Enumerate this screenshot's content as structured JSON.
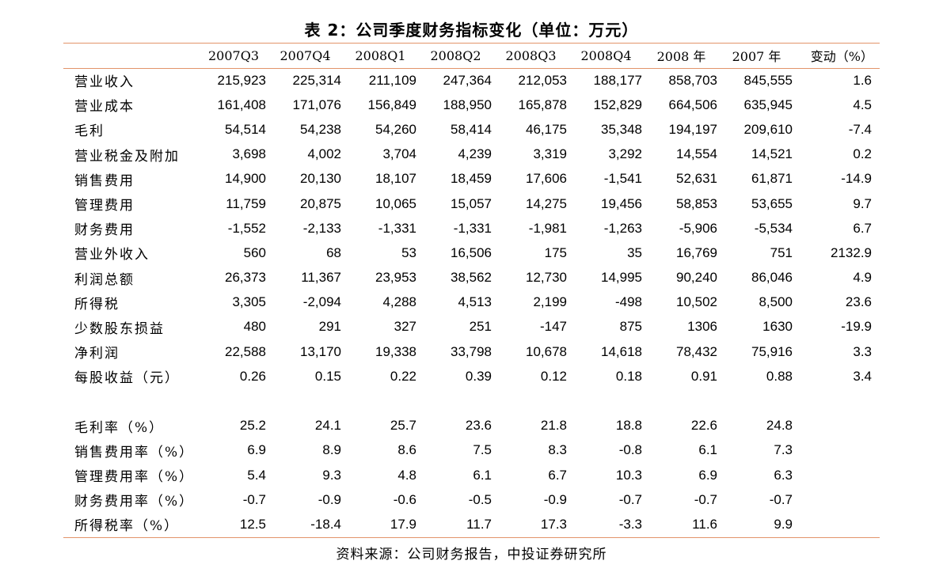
{
  "title": "表 2：公司季度财务指标变化（单位：万元）",
  "columns": [
    "",
    "2007Q3",
    "2007Q4",
    "2008Q1",
    "2008Q2",
    "2008Q3",
    "2008Q4",
    "2008 年",
    "2007 年",
    "变动（%）"
  ],
  "rows": [
    {
      "label": "营业收入",
      "values": [
        "215,923",
        "225,314",
        "211,109",
        "247,364",
        "212,053",
        "188,177",
        "858,703",
        "845,555",
        "1.6"
      ]
    },
    {
      "label": "营业成本",
      "values": [
        "161,408",
        "171,076",
        "156,849",
        "188,950",
        "165,878",
        "152,829",
        "664,506",
        "635,945",
        "4.5"
      ]
    },
    {
      "label": "毛利",
      "values": [
        "54,514",
        "54,238",
        "54,260",
        "58,414",
        "46,175",
        "35,348",
        "194,197",
        "209,610",
        "-7.4"
      ]
    },
    {
      "label": "营业税金及附加",
      "values": [
        "3,698",
        "4,002",
        "3,704",
        "4,239",
        "3,319",
        "3,292",
        "14,554",
        "14,521",
        "0.2"
      ]
    },
    {
      "label": "销售费用",
      "values": [
        "14,900",
        "20,130",
        "18,107",
        "18,459",
        "17,606",
        "-1,541",
        "52,631",
        "61,871",
        "-14.9"
      ]
    },
    {
      "label": "管理费用",
      "values": [
        "11,759",
        "20,875",
        "10,065",
        "15,057",
        "14,275",
        "19,456",
        "58,853",
        "53,655",
        "9.7"
      ]
    },
    {
      "label": "财务费用",
      "values": [
        "-1,552",
        "-2,133",
        "-1,331",
        "-1,331",
        "-1,981",
        "-1,263",
        "-5,906",
        "-5,534",
        "6.7"
      ]
    },
    {
      "label": "营业外收入",
      "values": [
        "560",
        "68",
        "53",
        "16,506",
        "175",
        "35",
        "16,769",
        "751",
        "2132.9"
      ]
    },
    {
      "label": "利润总额",
      "values": [
        "26,373",
        "11,367",
        "23,953",
        "38,562",
        "12,730",
        "14,995",
        "90,240",
        "86,046",
        "4.9"
      ]
    },
    {
      "label": "所得税",
      "values": [
        "3,305",
        "-2,094",
        "4,288",
        "4,513",
        "2,199",
        "-498",
        "10,502",
        "8,500",
        "23.6"
      ]
    },
    {
      "label": "少数股东损益",
      "values": [
        "480",
        "291",
        "327",
        "251",
        "-147",
        "875",
        "1306",
        "1630",
        "-19.9"
      ]
    },
    {
      "label": "净利润",
      "values": [
        "22,588",
        "13,170",
        "19,338",
        "33,798",
        "10,678",
        "14,618",
        "78,432",
        "75,916",
        "3.3"
      ]
    },
    {
      "label": "每股收益（元）",
      "values": [
        "0.26",
        "0.15",
        "0.22",
        "0.39",
        "0.12",
        "0.18",
        "0.91",
        "0.88",
        "3.4"
      ]
    }
  ],
  "ratio_rows": [
    {
      "label": "毛利率（%）",
      "values": [
        "25.2",
        "24.1",
        "25.7",
        "23.6",
        "21.8",
        "18.8",
        "22.6",
        "24.8",
        ""
      ]
    },
    {
      "label": "销售费用率（%）",
      "values": [
        "6.9",
        "8.9",
        "8.6",
        "7.5",
        "8.3",
        "-0.8",
        "6.1",
        "7.3",
        ""
      ]
    },
    {
      "label": "管理费用率（%）",
      "values": [
        "5.4",
        "9.3",
        "4.8",
        "6.1",
        "6.7",
        "10.3",
        "6.9",
        "6.3",
        ""
      ]
    },
    {
      "label": "财务费用率（%）",
      "values": [
        "-0.7",
        "-0.9",
        "-0.6",
        "-0.5",
        "-0.9",
        "-0.7",
        "-0.7",
        "-0.7",
        ""
      ]
    },
    {
      "label": "所得税率（%）",
      "values": [
        "12.5",
        "-18.4",
        "17.9",
        "11.7",
        "17.3",
        "-3.3",
        "11.6",
        "9.9",
        ""
      ]
    }
  ],
  "source": "资料来源：公司财务报告，中投证券研究所",
  "colors": {
    "rule": "#e2946a",
    "text": "#000000",
    "background": "#ffffff"
  }
}
